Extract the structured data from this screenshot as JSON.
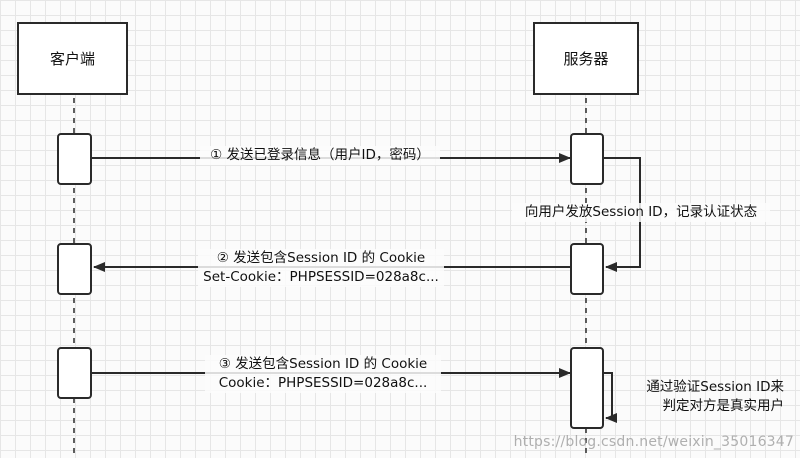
{
  "participants": {
    "client": "客户端",
    "server": "服务器"
  },
  "messages": {
    "login": "① 发送已登录信息（用户ID，密码）",
    "issue_session": "向用户发放Session ID，记录认证状态",
    "send_cookie_line1": "② 发送包含Session ID 的 Cookie",
    "send_cookie_line2": "Set-Cookie：PHPSESSID=028a8c...",
    "request_line1": "③ 发送包含Session ID 的 Cookie",
    "request_line2": "Cookie：PHPSESSID=028a8c...",
    "verify_line1": "通过验证Session ID来",
    "verify_line2": "判定对方是真实用户"
  },
  "watermark": "https://blog.csdn.net/weixin_35016347",
  "colors": {
    "stroke": "#2a2a2a",
    "grid": "#e6e6e6",
    "background": "#fbfbfb"
  }
}
